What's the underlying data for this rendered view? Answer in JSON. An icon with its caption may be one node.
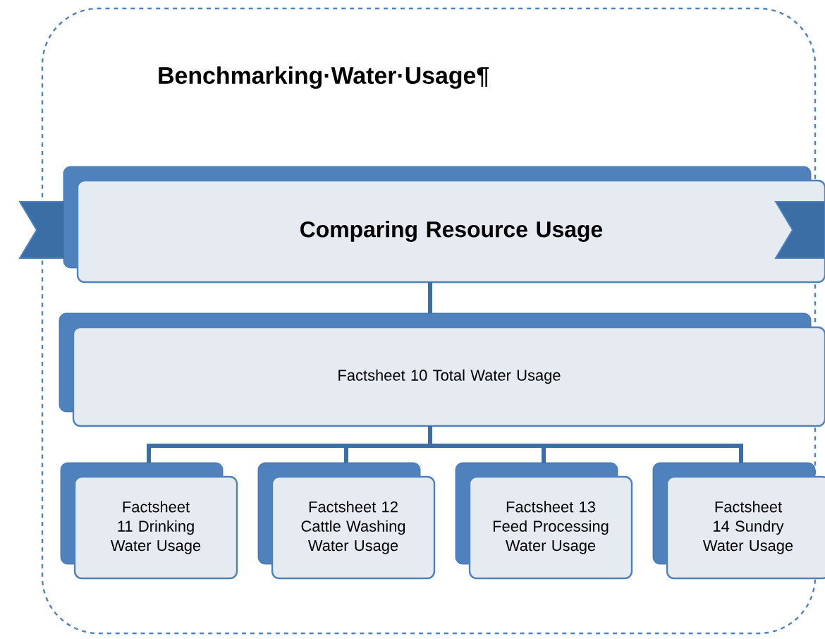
{
  "diagram": {
    "nodes": [
      {
        "text": [
          "Benchmarking·Water·Usage¶"
        ]
      },
      {
        "text": [
          "Comparing Resource Usage"
        ],
        "in": 0
      },
      {
        "text": [
          "Factsheet 10 Total Water Usage"
        ],
        "in": 0
      },
      {
        "text": [
          "Factsheet 11 Drinking Water Usage"
        ],
        "in": 0
      },
      {
        "text": [
          "Factsheet 12 Cattle Washing Water Usage"
        ],
        "in": 0
      },
      {
        "text": [
          "Factsheet 13 Feed Processing Water Usage"
        ],
        "in": 0
      },
      {
        "text": [
          "Factsheet 14 Sundry Water Usage"
        ],
        "in": 0
      }
    ],
    "edges": [
      {
        "from": 1,
        "to": 2,
        "arrow": "none"
      },
      {
        "from": 2,
        "to": 3,
        "arrow": "none"
      },
      {
        "from": 2,
        "to": 4,
        "arrow": "none"
      },
      {
        "from": 2,
        "to": 5,
        "arrow": "none"
      },
      {
        "from": 2,
        "to": 6,
        "arrow": "none"
      }
    ]
  }
}
